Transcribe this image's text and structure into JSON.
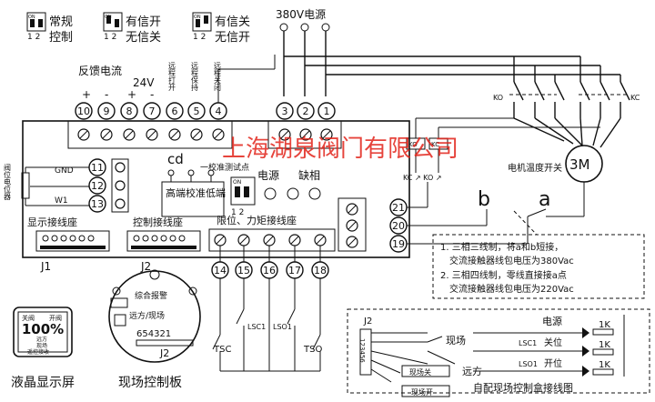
{
  "dip_switches": [
    {
      "on_label": "ON",
      "pins": "1 2",
      "line1": "常规",
      "line2": "控制"
    },
    {
      "on_label": "ON",
      "pins": "1 2",
      "line1": "有信开",
      "line2": "无信关"
    },
    {
      "on_label": "ON",
      "pins": "1 2",
      "line1": "有信关",
      "line2": "无信开"
    }
  ],
  "power_label": "380V电源",
  "top_terminals": {
    "feedback_label": "反馈电流",
    "v24_label": "24V",
    "remote_open": "远程打开",
    "remote_hold": "远程保持",
    "remote_close": "远程关闭",
    "numbers": [
      "10",
      "9",
      "8",
      "7",
      "6",
      "5",
      "4",
      "3",
      "2",
      "1"
    ],
    "signs": [
      "+",
      "-",
      "+",
      "-"
    ]
  },
  "board": {
    "cd_label": "cd",
    "calib_title": "一校准测试点",
    "calib_labels": [
      "高端",
      "校准",
      "低端"
    ],
    "power_led": "电源",
    "phase_led": "缺相",
    "on_label": "ON",
    "dip_pins": "1 2",
    "display_socket": "显示接线座",
    "control_socket": "控制接线座",
    "limit_socket": "限位、力矩接线座",
    "j1": "J1",
    "j2": "J2"
  },
  "pot": {
    "side_label": "阀位电位器",
    "terminals": [
      "11",
      "12",
      "13"
    ],
    "gnd": "GND",
    "w1": "W1"
  },
  "motor": {
    "ko_label": "KO",
    "kc_label": "KC",
    "symbol": "3M",
    "thermal_switch": "电机温度开关",
    "relay_coils": [
      "KO",
      "KC"
    ],
    "relay_contacts": "KC ↗ KO ↗"
  },
  "right_terminals": [
    "21",
    "20",
    "19"
  ],
  "ab_labels": [
    "b",
    "a"
  ],
  "notes": [
    "1. 三相三线制，将a和b短接，",
    "交流接触器线包电压为380Vac",
    "2. 三相四线制，零线直接接a点",
    "交流接触器线包电压为220Vac"
  ],
  "bottom_terminals": [
    "14",
    "15",
    "16",
    "17",
    "18"
  ],
  "switch_labels": [
    "TSC",
    "LSC1",
    "LSO1",
    "TSO"
  ],
  "lcd": {
    "top_left": "关阀",
    "top_right": "开阀",
    "percent": "100%",
    "sub1": "远方",
    "sub2": "现场",
    "mode": "遥控接收"
  },
  "control_board": {
    "alarm": "综合报警",
    "remote_local": "远方/现场",
    "pins": "654321",
    "j2": "J2"
  },
  "captions": {
    "lcd": "液晶显示屏",
    "board": "现场控制板"
  },
  "field_box": {
    "j2": "J2",
    "pins": "123456",
    "local": "现场",
    "remote": "远方",
    "local_close": "现场关",
    "local_open": "现场开",
    "power": "电源",
    "lsc1": "LSC1",
    "lso1": "LSO1",
    "close_pos": "关位",
    "open_pos": "开位",
    "resistors": [
      "1K",
      "1K",
      "1K"
    ],
    "title": "自配现场控制盒接线图"
  },
  "watermark": "上海湖泉阀门有限公司"
}
